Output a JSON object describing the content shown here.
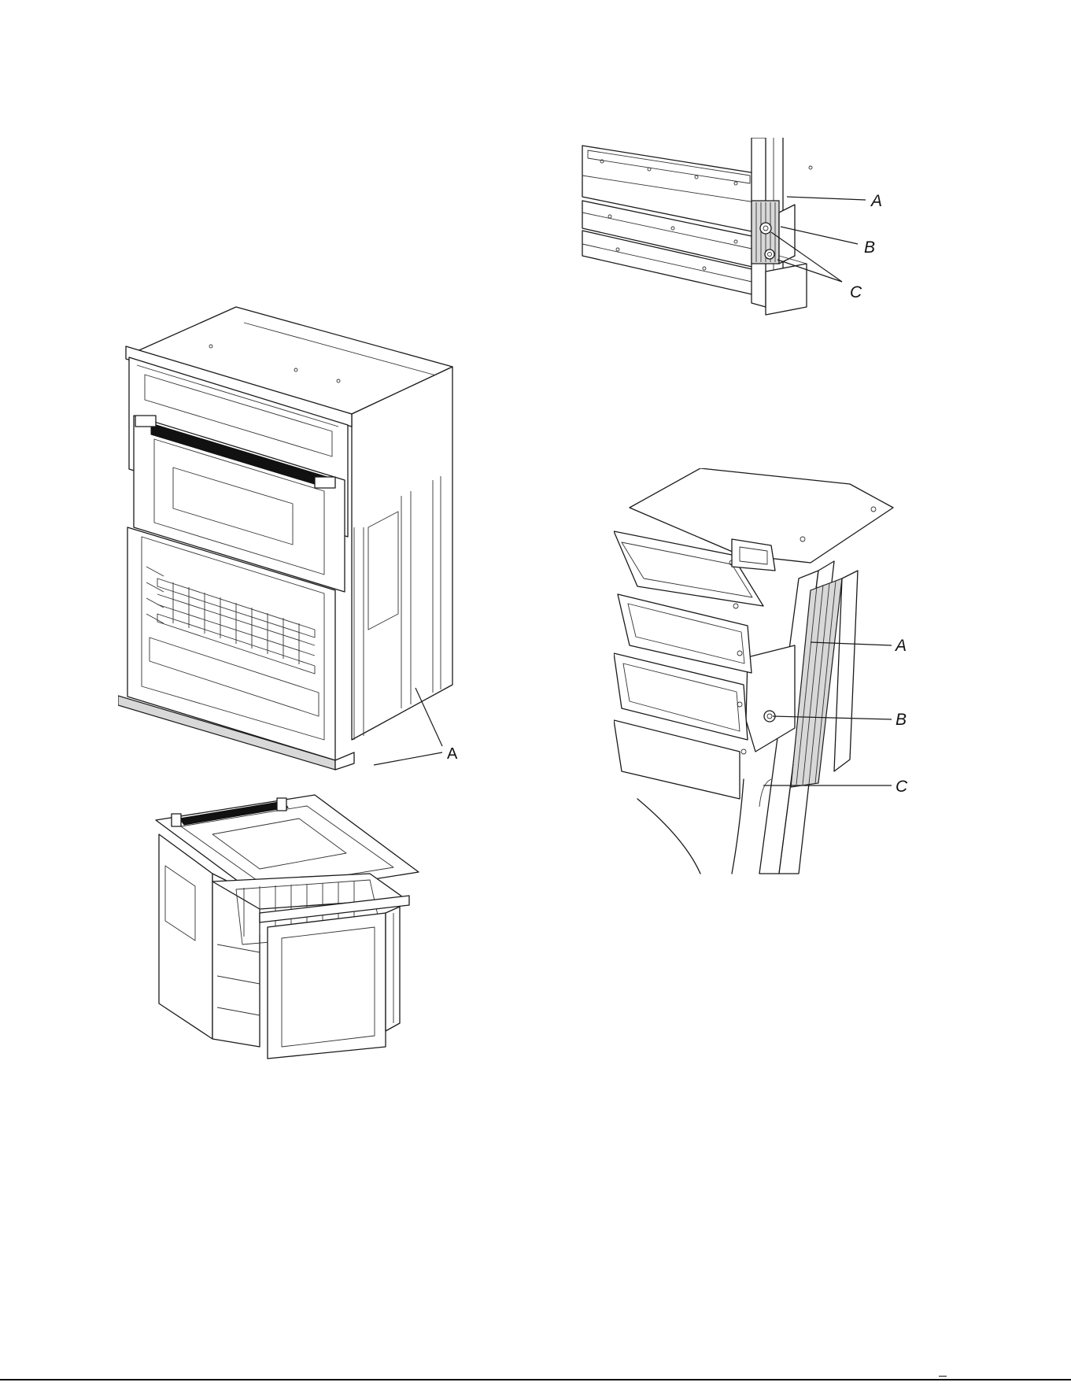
{
  "figures": {
    "oven_front": {
      "labels": [
        "A"
      ]
    },
    "detail_top": {
      "labels": [
        "A",
        "B",
        "C"
      ]
    },
    "oven_open": {
      "labels": []
    },
    "detail_bottom": {
      "labels": [
        "A",
        "B",
        "C"
      ]
    }
  },
  "colors": {
    "line": "#1a1a1a",
    "background": "#ffffff",
    "shade": "#d8d8d8"
  }
}
